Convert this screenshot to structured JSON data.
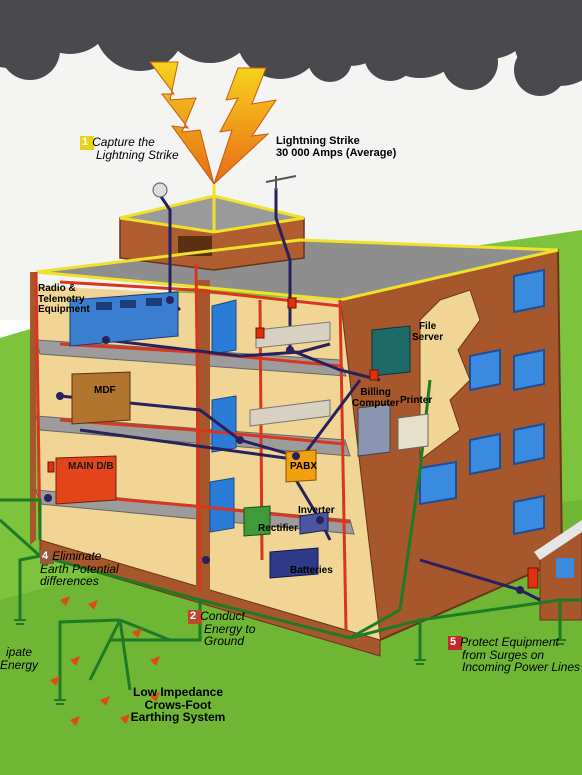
{
  "steps": [
    {
      "number": "1",
      "line1": "Capture the",
      "line2": "Lightning Strike",
      "badge_color": "#e6d41c"
    },
    {
      "number": "2",
      "line1": "Conduct",
      "line2": "Energy to",
      "line3": "Ground",
      "badge_color": "#c0482a"
    },
    {
      "number": "4",
      "line1": "Eliminate",
      "line2": "Earth Potential",
      "line3": "differences",
      "badge_color": "#9c5a3c"
    },
    {
      "number": "5",
      "line1": "Protect Equipment",
      "line2": "from Surges on",
      "line3": "Incoming Power Lines",
      "badge_color": "#c02a2a"
    }
  ],
  "partial_step_3": {
    "line1": "ipate",
    "line2": "Energy"
  },
  "strike": {
    "line1": "Lightning Strike",
    "line2": "30 000 Amps (Average)"
  },
  "earthing": {
    "line1": "Low Impedance",
    "line2": "Crows-Foot",
    "line3": "Earthing System"
  },
  "equipment": {
    "radio_line1": "Radio &",
    "radio_line2": "Telemetry",
    "radio_line3": "Equipment",
    "mdf": "MDF",
    "main_db": "MAIN D/B",
    "file_line1": "File",
    "file_line2": "Server",
    "billing_line1": "Billing",
    "billing_line2": "Computer",
    "printer": "Printer",
    "pabx": "PABX",
    "inverter": "Inverter",
    "rectifier": "Rectifier",
    "batteries": "Batteries"
  },
  "colors": {
    "sky": "#f4f4f4",
    "cloud": "#4e4e52",
    "grass": "#7cc43c",
    "brick": "#a5562c",
    "floor": "#9a9a9a",
    "conductor_yellow": "#f0e12a",
    "conductor_red": "#d8361e",
    "cable_navy": "#27215e",
    "earth_green": "#1f7a25"
  }
}
